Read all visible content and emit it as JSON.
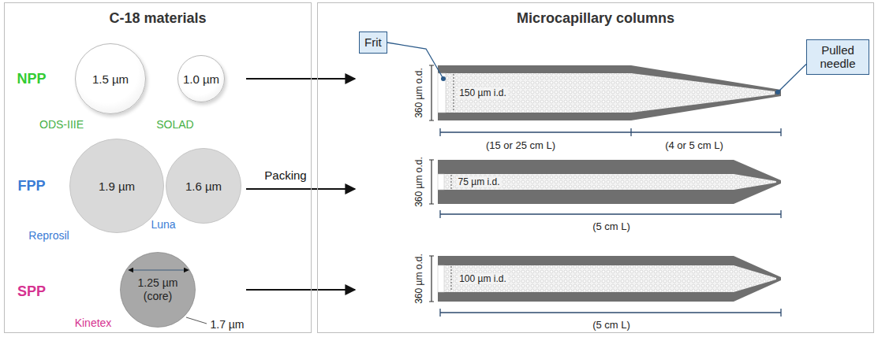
{
  "diagram": {
    "nodes": [
      {
        "text": [
          "C-18 materials"
        ]
      },
      {
        "text": [
          "1.5 µm"
        ],
        "in": 0
      },
      {
        "text": [
          "1.0 µm"
        ],
        "in": 0
      },
      {
        "text": [
          "1.9 µm"
        ],
        "in": 0
      },
      {
        "text": [
          "1.6 µm"
        ],
        "in": 0
      },
      {
        "text": [
          "1.25 µm (core)"
        ],
        "in": 0
      },
      {
        "text": [
          "Microcapillary columns"
        ]
      },
      {
        "text": [
          "Frit"
        ],
        "in": 6
      },
      {
        "text": [
          "Pulled needle"
        ],
        "in": 6
      }
    ],
    "labels": [
      "NPP",
      "ODS-IIIE",
      "SOLAD",
      "FPP",
      "Reprosil",
      "Luna",
      "SPP",
      "Kinetex",
      "1.7 µm",
      "Packing",
      "360 µm o.d.",
      "150 µm i.d.",
      "(15 or 25 cm L)",
      "(4 or 5 cm L)",
      "360 µm o.d.",
      "75 µm i.d.",
      "(5 cm L)",
      "360 µm o.d.",
      "100 µm i.d.",
      "(5 cm L)"
    ]
  }
}
